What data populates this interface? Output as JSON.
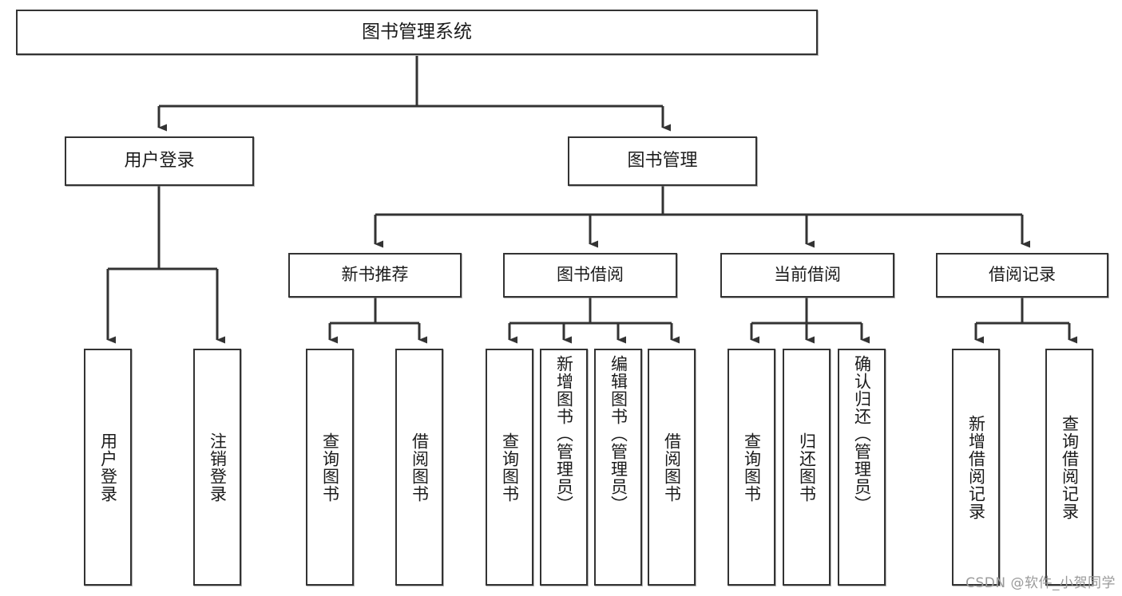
{
  "diagram": {
    "title": "图书管理系统",
    "type": "tree-hierarchy",
    "orientation": "top-down",
    "colors": {
      "box_border": "#333333",
      "box_fill": "#ffffff",
      "connector": "#333333",
      "text": "#1b1b1b",
      "watermark": "#9a9a9a",
      "background": "#ffffff"
    },
    "root": {
      "label": "图书管理系统"
    },
    "level2": [
      {
        "label": "用户登录"
      },
      {
        "label": "图书管理"
      }
    ],
    "level3": [
      {
        "label": "新书推荐"
      },
      {
        "label": "图书借阅"
      },
      {
        "label": "当前借阅"
      },
      {
        "label": "借阅记录"
      }
    ],
    "leaves": {
      "user_login": [
        {
          "label": "用户登录"
        },
        {
          "label": "注销登录"
        }
      ],
      "new_book_recommend": [
        {
          "label": "查询图书"
        },
        {
          "label": "借阅图书"
        }
      ],
      "book_borrow": [
        {
          "label": "查询图书"
        },
        {
          "label": "新增图书（管理员）"
        },
        {
          "label": "编辑图书（管理员）"
        },
        {
          "label": "借阅图书"
        }
      ],
      "current_borrow": [
        {
          "label": "查询图书"
        },
        {
          "label": "归还图书"
        },
        {
          "label": "确认归还（管理员）"
        }
      ],
      "borrow_record": [
        {
          "label": "新增借阅记录"
        },
        {
          "label": "查询借阅记录"
        }
      ]
    }
  },
  "watermark": {
    "text": "CSDN @软件_小贺同学"
  }
}
